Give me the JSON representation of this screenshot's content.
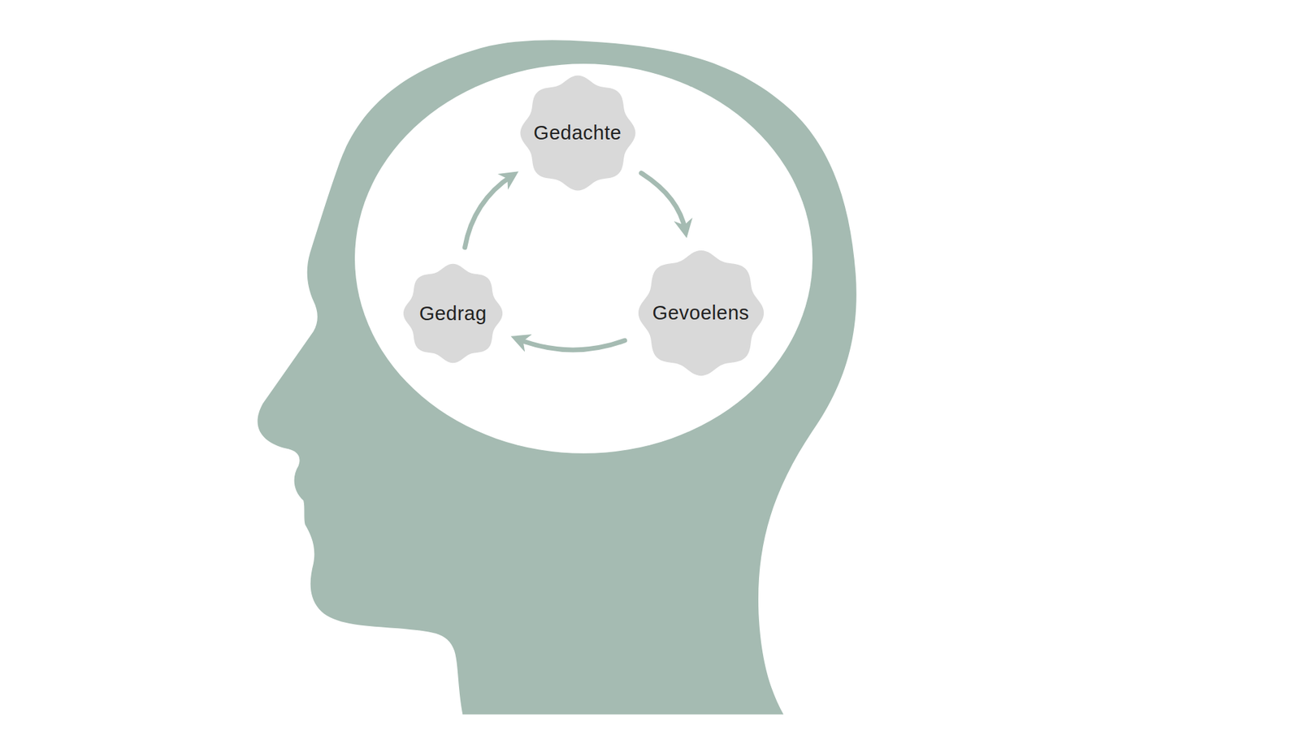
{
  "diagram": {
    "nodes": [
      {
        "text": [
          "Gedachte"
        ]
      },
      {
        "text": [
          "Gevoelens"
        ]
      },
      {
        "text": [
          "Gedrag"
        ]
      }
    ],
    "edges": [
      {
        "from": 0,
        "to": 1,
        "arrow": "to"
      },
      {
        "from": 1,
        "to": 2,
        "arrow": "to"
      },
      {
        "from": 2,
        "to": 0,
        "arrow": "to"
      }
    ]
  }
}
